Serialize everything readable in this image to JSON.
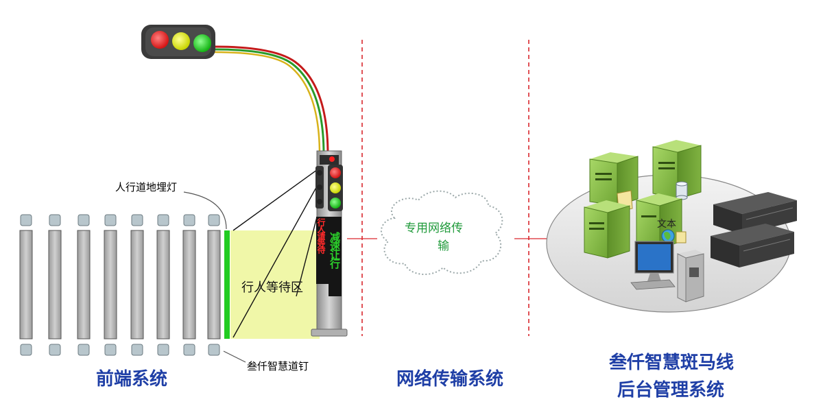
{
  "front_end": {
    "title": "前端系统",
    "ground_lamp_label": "人行道地埋灯",
    "road_stud_label": "叁仟智慧道钉",
    "waiting_area_label": "行人等待区",
    "pole_screen_left": "行人请等待",
    "pole_screen_right": "减速让行"
  },
  "network": {
    "title": "网络传输系统",
    "cloud_label_line1": "专用网络传",
    "cloud_label_line2": "输"
  },
  "backend": {
    "title_line1": "叁仟智慧斑马线",
    "title_line2": "后台管理系统",
    "server_tag": "文本"
  },
  "colors": {
    "section_title": "#1f3fa6",
    "divider": "#d9262c",
    "waiting_area": "#f0f7a8",
    "guide_strip": "#22cc22",
    "server_green": "#8fc84b",
    "stripe_gray": "#c7c7c7"
  }
}
